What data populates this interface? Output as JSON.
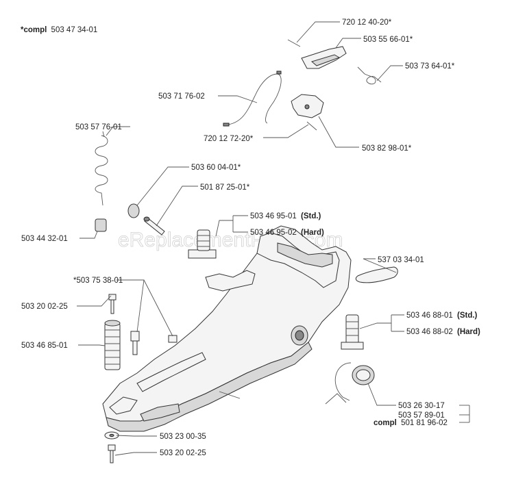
{
  "header": {
    "compl_label": "*compl",
    "compl_number": "503 47 34-01"
  },
  "watermark": "eReplacementParts.com",
  "labels": {
    "p720_12_40_20": "720 12 40-20*",
    "p503_55_66_01": "503 55 66-01*",
    "p503_73_64_01": "503 73 64-01*",
    "p503_71_76_02": "503 71 76-02",
    "p720_12_72_20": "720 12 72-20*",
    "p503_82_98_01": "503 82 98-01*",
    "p503_57_76_01": "503 57 76-01",
    "p503_60_04_01": "503 60 04-01*",
    "p501_87_25_01": "501 87 25-01*",
    "p503_44_32_01": "503 44 32-01",
    "p503_46_95_01": "503 46 95-01",
    "p503_46_95_02": "503 46 95-02",
    "p537_03_34_01": "537 03 34-01",
    "p503_75_38_01": "*503 75 38-01",
    "p503_20_02_25_a": "503 20 02-25",
    "p503_46_85_01": "503 46 85-01",
    "p503_46_88_01": "503 46 88-01",
    "p503_46_88_02": "503 46 88-02",
    "p503_26_30_17": "503 26 30-17",
    "p503_57_89_01": "503 57 89-01",
    "compl_bottom_label": "compl",
    "compl_bottom_number": "501 81 96-02",
    "p503_23_00_35": "503 23 00-35",
    "p503_20_02_25_b": "503 20 02-25"
  },
  "variants": {
    "std": "(Std.)",
    "hard": "(Hard)"
  }
}
